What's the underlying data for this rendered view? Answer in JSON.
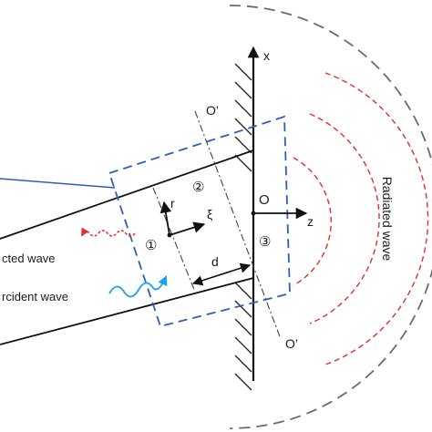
{
  "labels": {
    "x_axis": "x",
    "z_axis": "z",
    "r_axis": "r",
    "xi_axis": "ξ",
    "origin": "O",
    "o_prime_top": "O’",
    "o_prime_bottom": "O’",
    "distance": "d",
    "region_1": "①",
    "region_2": "②",
    "region_3": "③",
    "reflected_wave": "cted wave",
    "incident_wave": "rcident wave",
    "radiated_wave": "Radiated wave"
  },
  "colors": {
    "line": "#111111",
    "dashed_box": "#2f5fb3",
    "outer_arc": "#6b6b6b",
    "radiated_arcs": "#e0302a",
    "reflected_wiggle": "#e0302a",
    "incident_wiggle": "#1aa3e8",
    "callout_line": "#2f5fb3"
  }
}
